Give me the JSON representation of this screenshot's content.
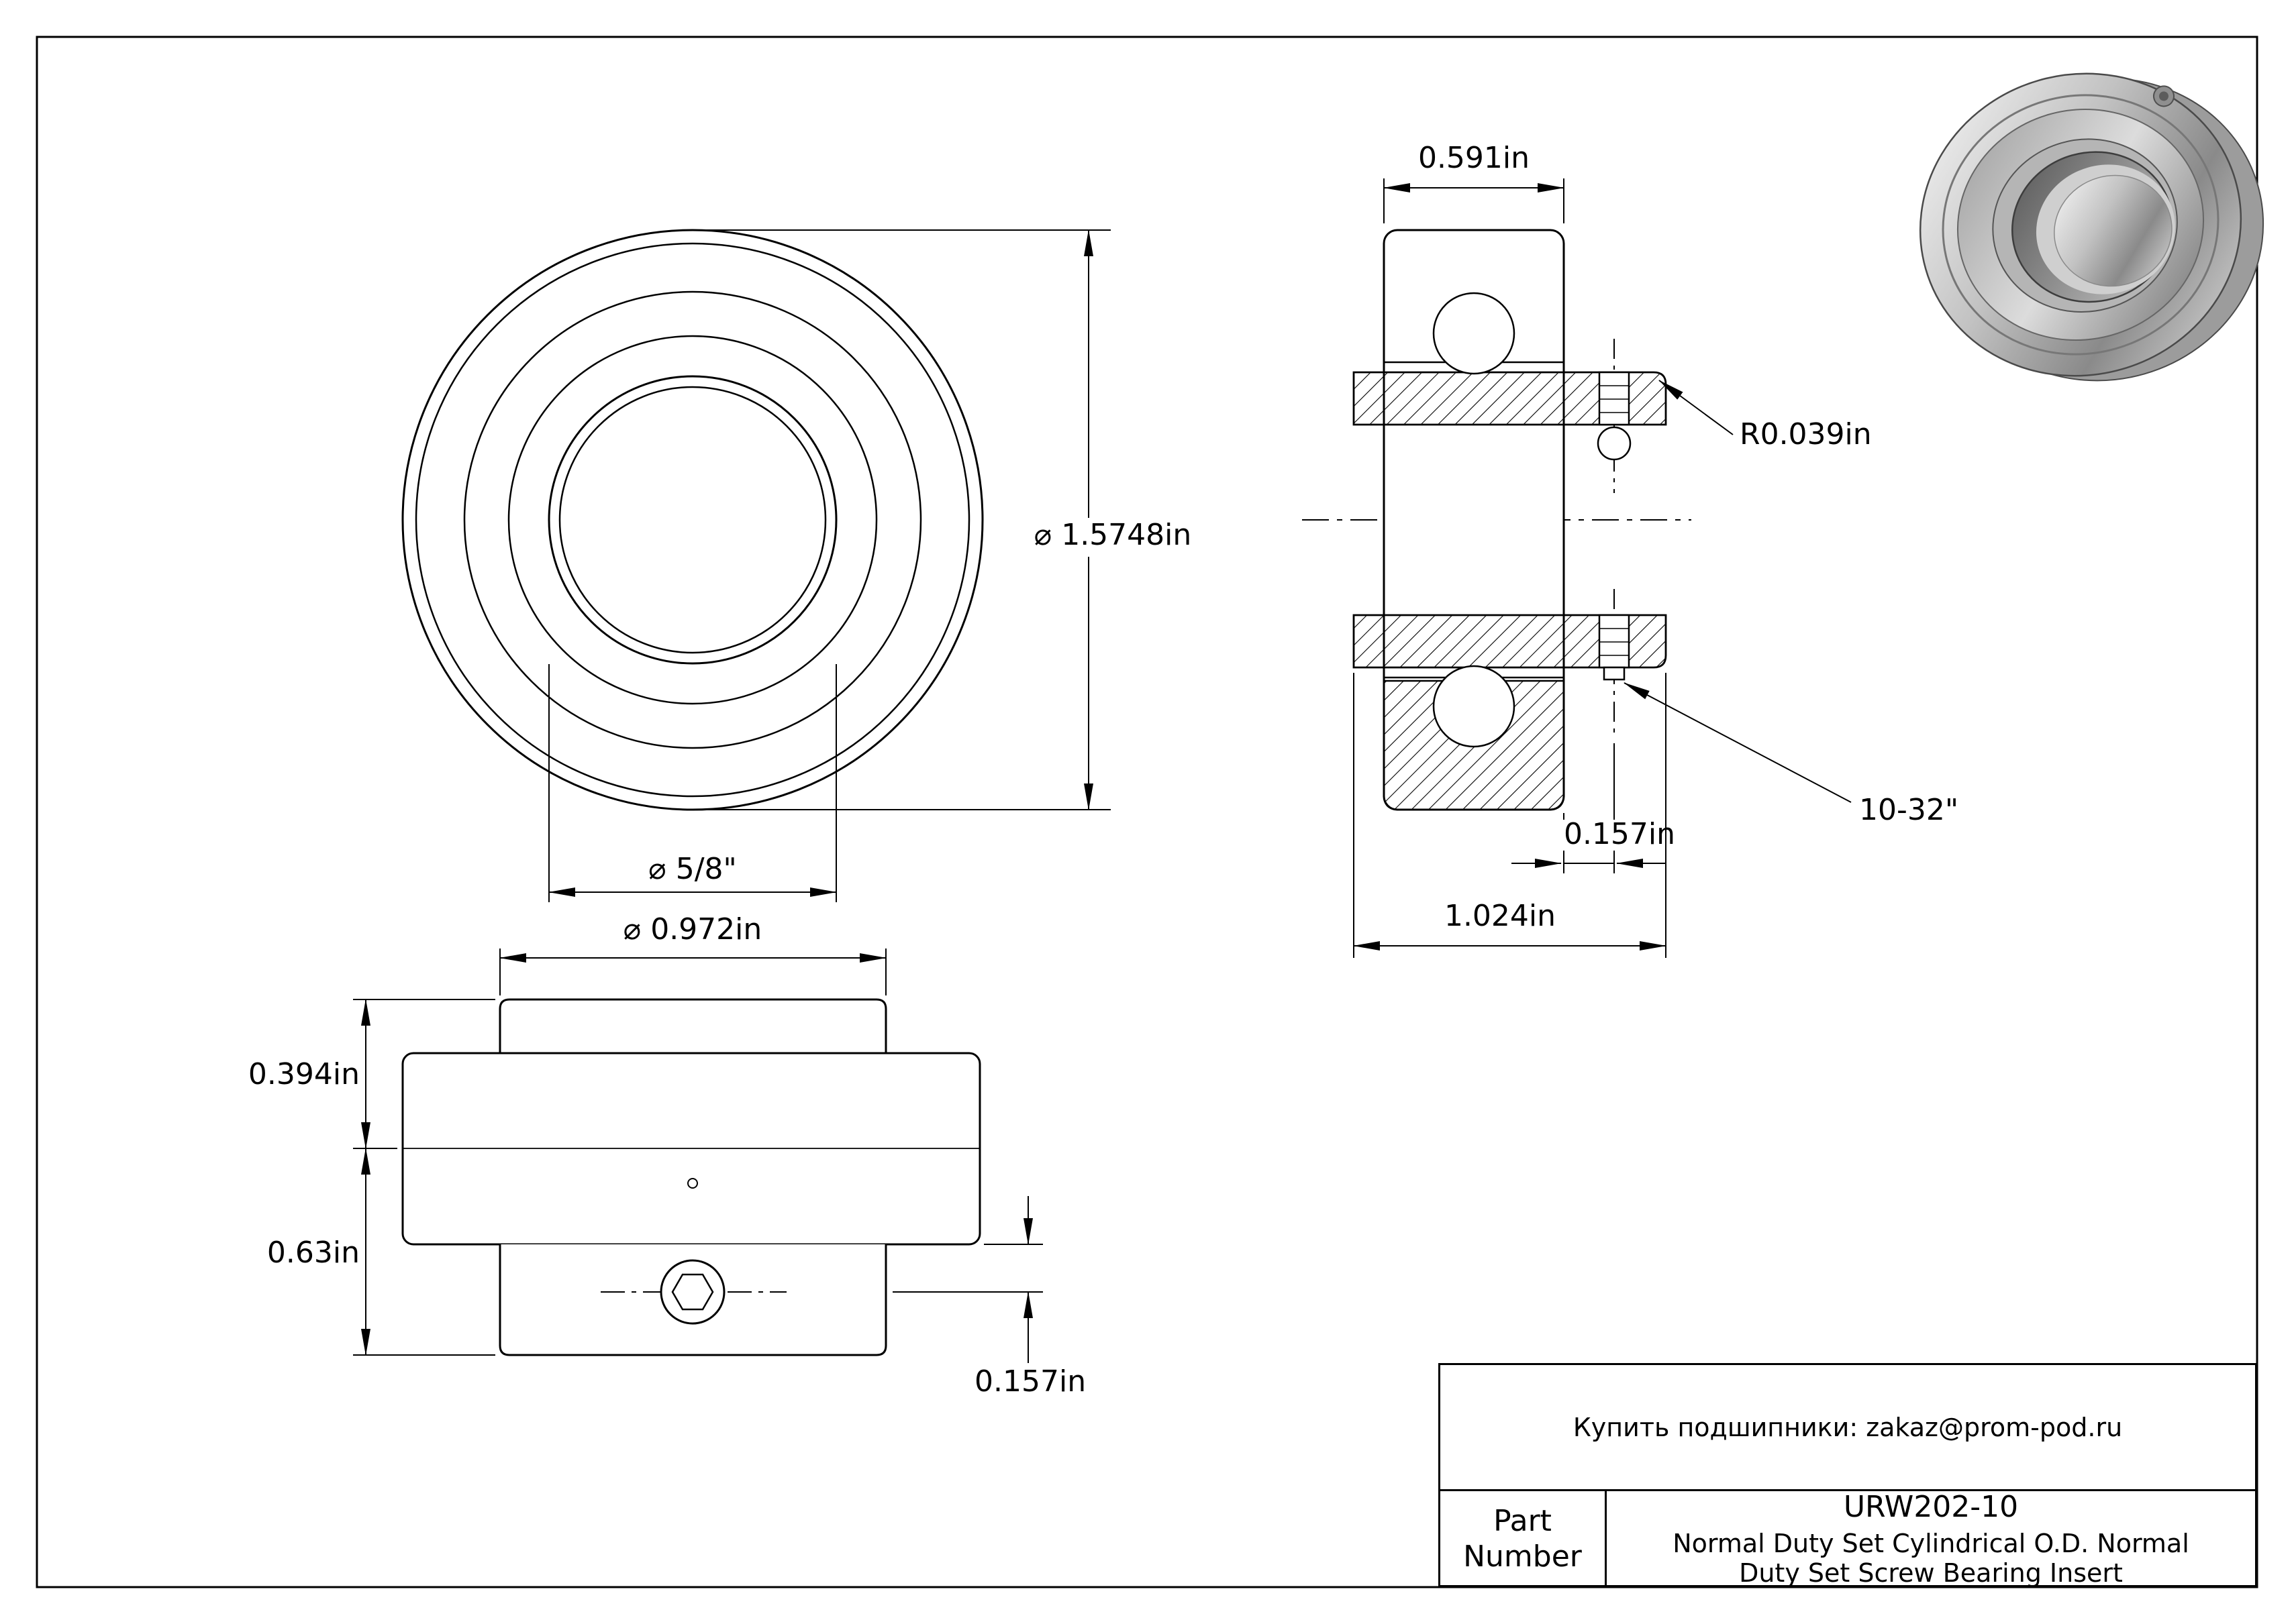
{
  "drawing": {
    "front_view": {
      "dim_outer_diameter": "⌀ 1.5748in",
      "dim_bore_diameter": "⌀ 5/8\""
    },
    "section_view": {
      "dim_outer_ring_width": "0.591in",
      "dim_fillet_radius": "R0.039in",
      "dim_set_screw_offset": "0.157in",
      "dim_set_screw_thread": "10-32\"",
      "dim_total_width": "1.024in"
    },
    "side_view": {
      "dim_inner_ring_od": "⌀ 0.972in",
      "dim_top_width": "0.394in",
      "dim_bottom_width": "0.63in",
      "dim_set_screw_offset": "0.157in"
    }
  },
  "title_block": {
    "contact": "Купить подшипники: zakaz@prom-pod.ru",
    "part_label": "Part Number",
    "part_number": "URW202-10",
    "description": "Normal Duty Set Cylindrical O.D. Normal Duty Set Screw Bearing Insert"
  },
  "colors": {
    "line": "#000000",
    "background": "#ffffff"
  }
}
